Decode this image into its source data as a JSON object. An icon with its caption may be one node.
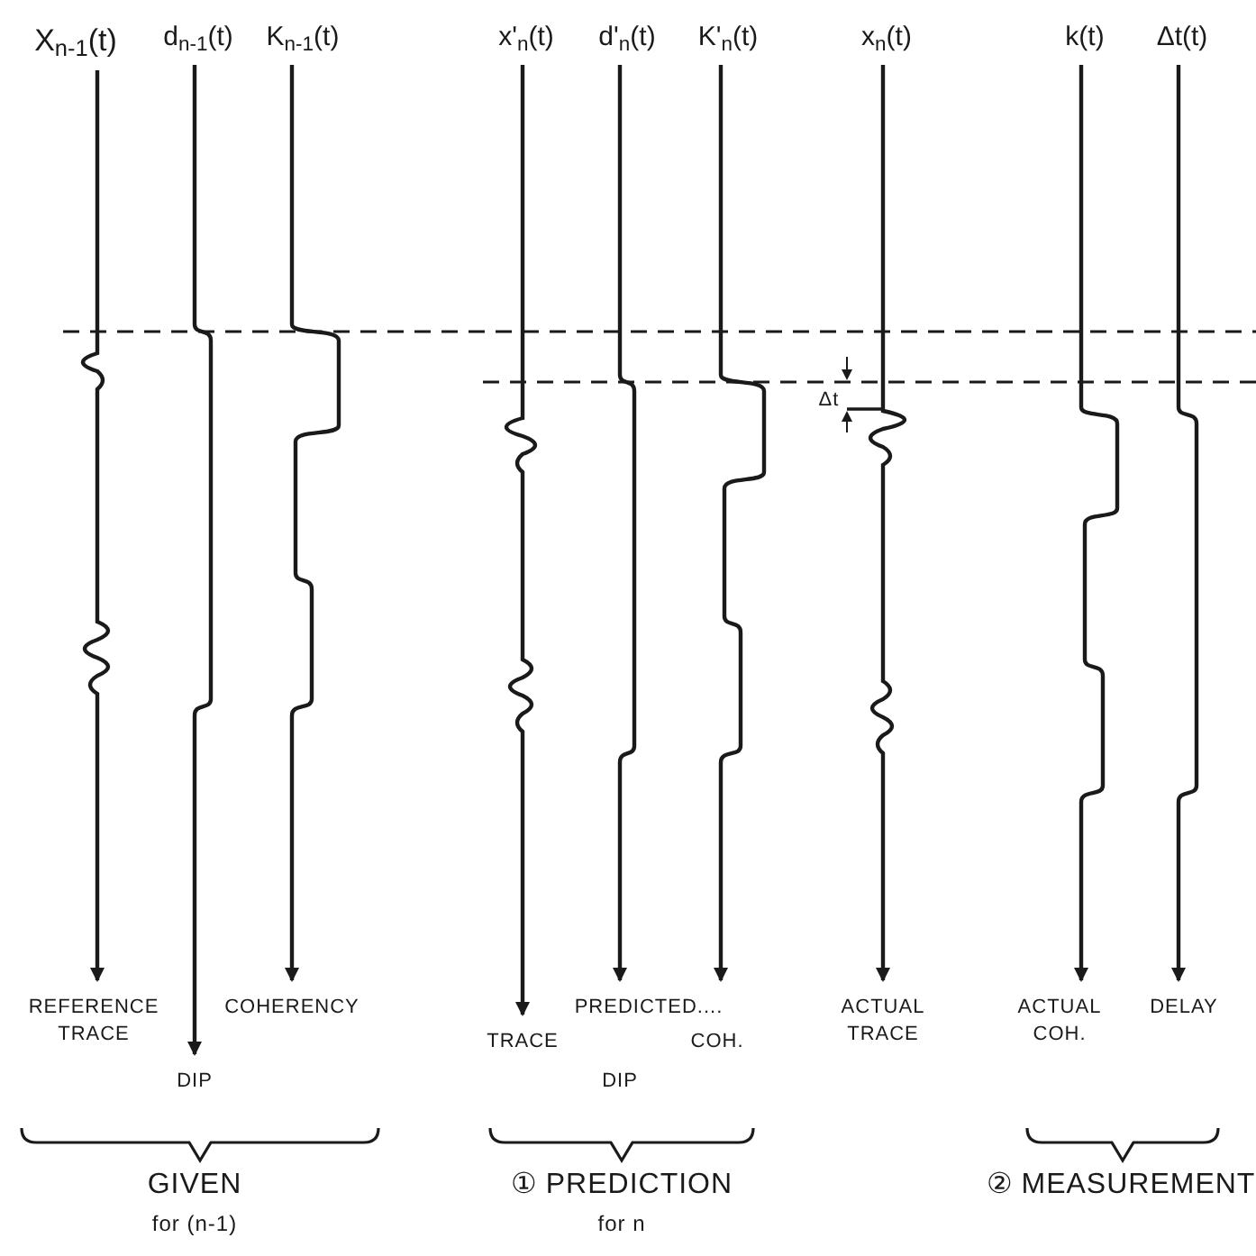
{
  "diagram": {
    "nodes": [
      {
        "text": [
          "X$_{n-1}$(t)"
        ]
      },
      {
        "text": [
          "d$_{n-1}$(t)"
        ]
      },
      {
        "text": [
          "K$_{n-1}$(t)"
        ]
      },
      {
        "text": [
          "x'$_{n}$(t)"
        ]
      },
      {
        "text": [
          "d'$_{n}$(t)"
        ]
      },
      {
        "text": [
          "K'$_{n}$(t)"
        ]
      },
      {
        "text": [
          "x$_{n}$(t)"
        ]
      },
      {
        "text": [
          "k(t)"
        ]
      },
      {
        "text": [
          "Δt(t)"
        ]
      },
      {
        "text": [
          "REFERENCE TRACE"
        ]
      },
      {
        "text": [
          "COHERENCY"
        ]
      },
      {
        "text": [
          "PREDICTED...."
        ]
      },
      {
        "text": [
          "ACTUAL TRACE"
        ]
      },
      {
        "text": [
          "ACTUAL COH."
        ]
      },
      {
        "text": [
          "DELAY"
        ]
      },
      {
        "text": [
          "DIP"
        ]
      },
      {
        "text": [
          "TRACE"
        ]
      }
    ],
    "edges": [
      {
        "from": 0,
        "to": 9,
        "arrow": "to"
      },
      {
        "from": 1,
        "to": 15,
        "arrow": "to"
      },
      {
        "from": 2,
        "to": 10,
        "arrow": "to"
      },
      {
        "from": 3,
        "to": 16,
        "arrow": "to"
      },
      {
        "from": 4,
        "to": 11,
        "arrow": "to"
      },
      {
        "from": 5,
        "to": 11,
        "arrow": "to"
      },
      {
        "from": 6,
        "to": 12,
        "arrow": "to"
      },
      {
        "from": 7,
        "to": 13,
        "arrow": "to"
      },
      {
        "from": 8,
        "to": 14,
        "arrow": "to"
      }
    ],
    "labels": [
      "Δt",
      "COH.",
      "DIP",
      "GIVEN",
      "for (n-1)",
      "① PREDICTION",
      "for n",
      "② MEASUREMENT"
    ]
  }
}
